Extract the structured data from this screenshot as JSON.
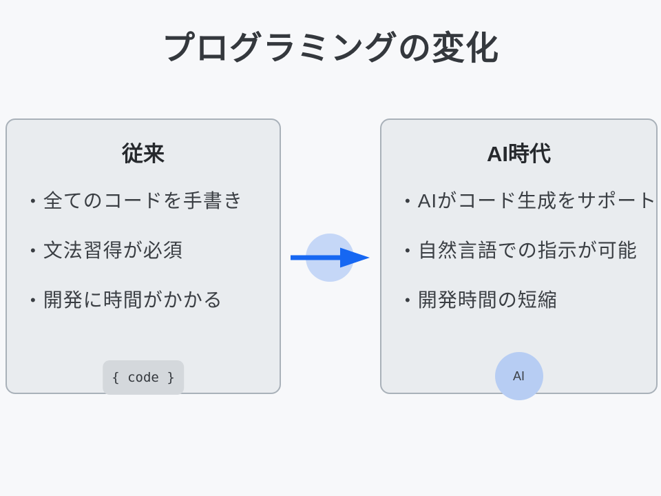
{
  "title": "プログラミングの変化",
  "left_box": {
    "title": "従来",
    "bullet_glyph": "•",
    "bullets": {
      "0": "全てのコードを手書き",
      "1": "文法習得が必須",
      "2": "開発に時間がかかる"
    },
    "badge_label": "{ code }"
  },
  "right_box": {
    "title": "AI時代",
    "bullet_glyph": "•",
    "bullets": {
      "0": "AIがコード生成をサポート",
      "1": "自然言語での指示が可能",
      "2": "開発時間の短縮"
    },
    "badge_label": "AI"
  },
  "arrow": {
    "direction": "right",
    "color": "#1667f2",
    "halo_color": "#c5d7f7"
  },
  "colors": {
    "page_background": "#f7f8fa",
    "card_background": "#e9ecef",
    "card_border": "#a9b1b9",
    "text": "#3a3e43",
    "code_badge_background": "#d4d8dc",
    "ai_badge_background": "#b7cdf3"
  }
}
